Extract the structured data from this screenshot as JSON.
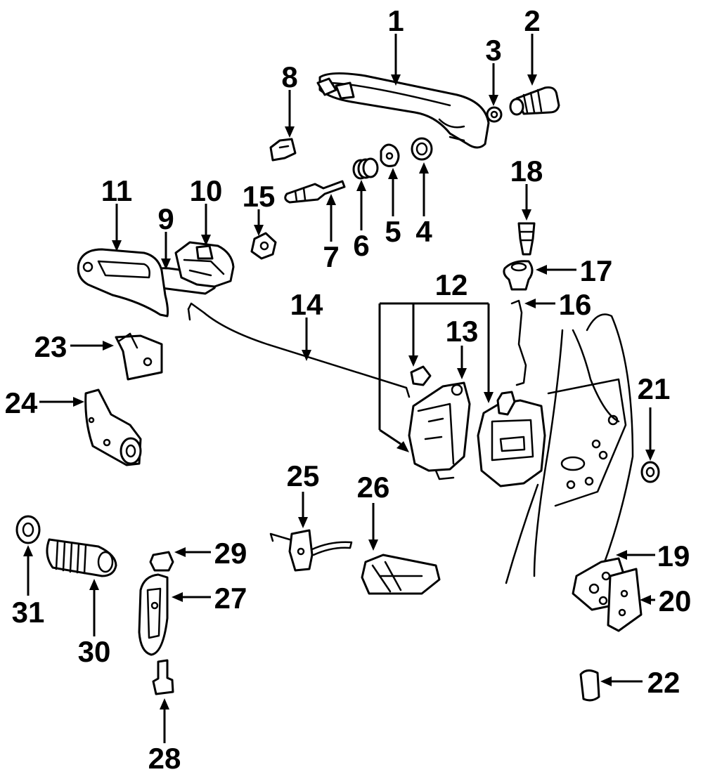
{
  "diagram": {
    "callouts": [
      {
        "id": "1",
        "label": "1"
      },
      {
        "id": "2",
        "label": "2"
      },
      {
        "id": "3",
        "label": "3"
      },
      {
        "id": "4",
        "label": "4"
      },
      {
        "id": "5",
        "label": "5"
      },
      {
        "id": "6",
        "label": "6"
      },
      {
        "id": "7",
        "label": "7"
      },
      {
        "id": "8",
        "label": "8"
      },
      {
        "id": "9",
        "label": "9"
      },
      {
        "id": "10",
        "label": "10"
      },
      {
        "id": "11",
        "label": "11"
      },
      {
        "id": "12",
        "label": "12"
      },
      {
        "id": "13",
        "label": "13"
      },
      {
        "id": "14",
        "label": "14"
      },
      {
        "id": "15",
        "label": "15"
      },
      {
        "id": "16",
        "label": "16"
      },
      {
        "id": "17",
        "label": "17"
      },
      {
        "id": "18",
        "label": "18"
      },
      {
        "id": "19",
        "label": "19"
      },
      {
        "id": "20",
        "label": "20"
      },
      {
        "id": "21",
        "label": "21"
      },
      {
        "id": "22",
        "label": "22"
      },
      {
        "id": "23",
        "label": "23"
      },
      {
        "id": "24",
        "label": "24"
      },
      {
        "id": "25",
        "label": "25"
      },
      {
        "id": "26",
        "label": "26"
      },
      {
        "id": "27",
        "label": "27"
      },
      {
        "id": "28",
        "label": "28"
      },
      {
        "id": "29",
        "label": "29"
      },
      {
        "id": "30",
        "label": "30"
      },
      {
        "id": "31",
        "label": "31"
      }
    ]
  }
}
